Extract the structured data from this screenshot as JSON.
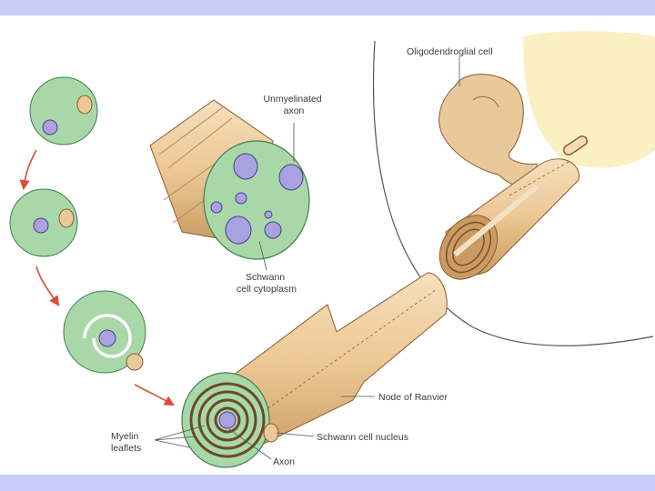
{
  "colors": {
    "band": "#c8ccf8",
    "cytoplasm": "#a8d8a8",
    "cytoplasm_edge": "#3f7f4f",
    "axon": "#a9a1e0",
    "axon_edge": "#4b3f8a",
    "tan": "#e9c89a",
    "tan_dark": "#c4955c",
    "tan_line": "#8a5c2e",
    "cell_body": "#fbf0c4",
    "arrow": "#e04a36",
    "label": "#3a3a3a"
  },
  "labels": {
    "oligodendroglial_cell": "Oligodendroglial cell",
    "unmyelinated_axon": [
      "Unmyelinated",
      "axon"
    ],
    "schwann_cytoplasm": [
      "Schwann",
      "cell cytoplasm"
    ],
    "node_of_ranvier": "Node of Ranvier",
    "myelin_leaflets": [
      "Myelin",
      "leaflets"
    ],
    "schwann_nucleus": "Schwann cell nucleus",
    "axon": "Axon"
  }
}
